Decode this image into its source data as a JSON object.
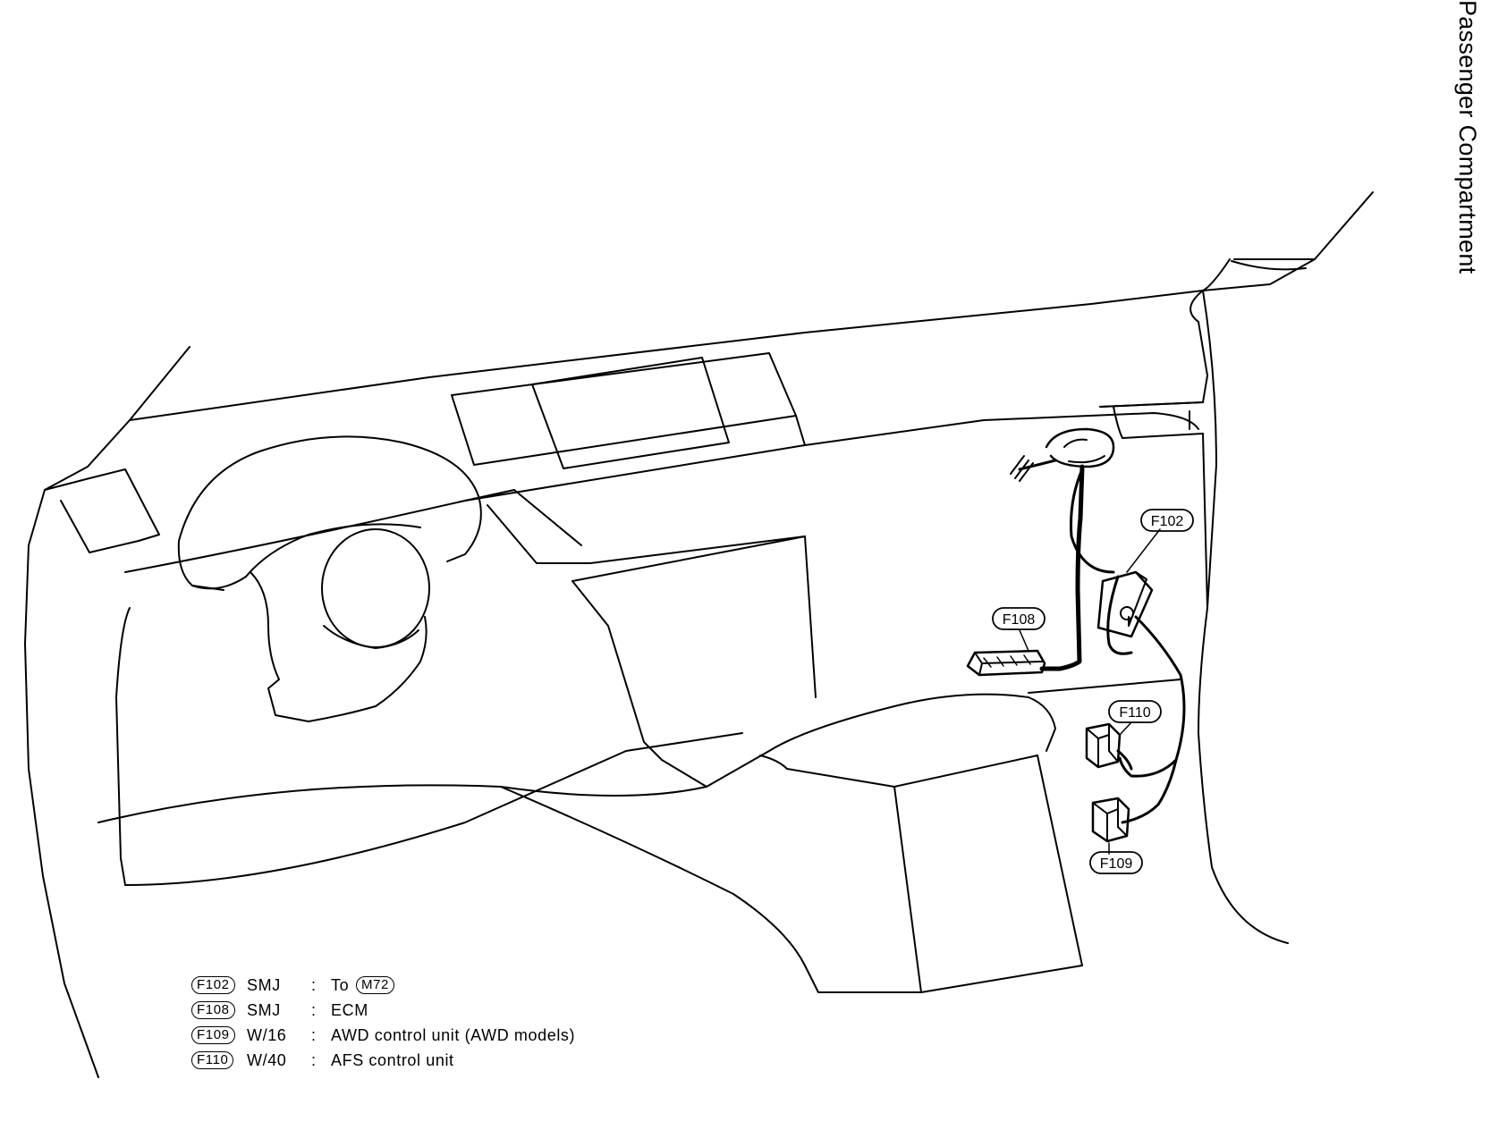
{
  "side_title": "Passenger Compartment",
  "callouts": {
    "f102": "F102",
    "f108": "F108",
    "f110": "F110",
    "f109": "F109"
  },
  "legend": [
    {
      "code": "F102",
      "type": "SMJ",
      "sep": ":",
      "desc": "To",
      "ref": "M72"
    },
    {
      "code": "F108",
      "type": "SMJ",
      "sep": ":",
      "desc": "ECM",
      "ref": ""
    },
    {
      "code": "F109",
      "type": "W/16",
      "sep": ":",
      "desc": "AWD control unit (AWD models)",
      "ref": ""
    },
    {
      "code": "F110",
      "type": "W/40",
      "sep": ":",
      "desc": "AFS control unit",
      "ref": ""
    }
  ]
}
